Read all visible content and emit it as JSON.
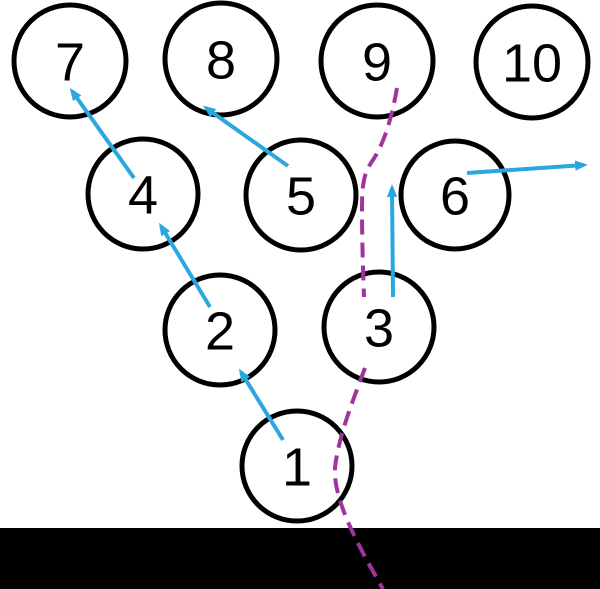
{
  "diagram": {
    "description": "Ten numbered circles arranged in an inverted triangle (1 at bottom, 7-10 at top) with blue arrows and a purple dashed curve; solid black bar across the bottom",
    "colors": {
      "background": "#ffffff",
      "circle_outline": "#000000",
      "number_text": "#000000",
      "arrow_blue": "#2ba7e0",
      "dashed_purple": "#a2339e",
      "bottom_bar": "#000000"
    },
    "circles": [
      {
        "label": "1"
      },
      {
        "label": "2"
      },
      {
        "label": "3"
      },
      {
        "label": "4"
      },
      {
        "label": "5"
      },
      {
        "label": "6"
      },
      {
        "label": "7"
      },
      {
        "label": "8"
      },
      {
        "label": "9"
      },
      {
        "label": "10"
      }
    ],
    "arrows": [
      {
        "from": "1",
        "to": "2"
      },
      {
        "from": "2",
        "to": "4"
      },
      {
        "from": "4",
        "to": "7"
      },
      {
        "from": "5",
        "to": "8"
      },
      {
        "from": "3",
        "to": "upward between 5, 9 and 6"
      },
      {
        "from": "6",
        "to": "toward right edge"
      }
    ],
    "dashed_line": {
      "description": "purple dashed curve starting inside circle 9, passing behind circle 3, past the right side of circle 1, exiting at the bottom edge"
    }
  }
}
